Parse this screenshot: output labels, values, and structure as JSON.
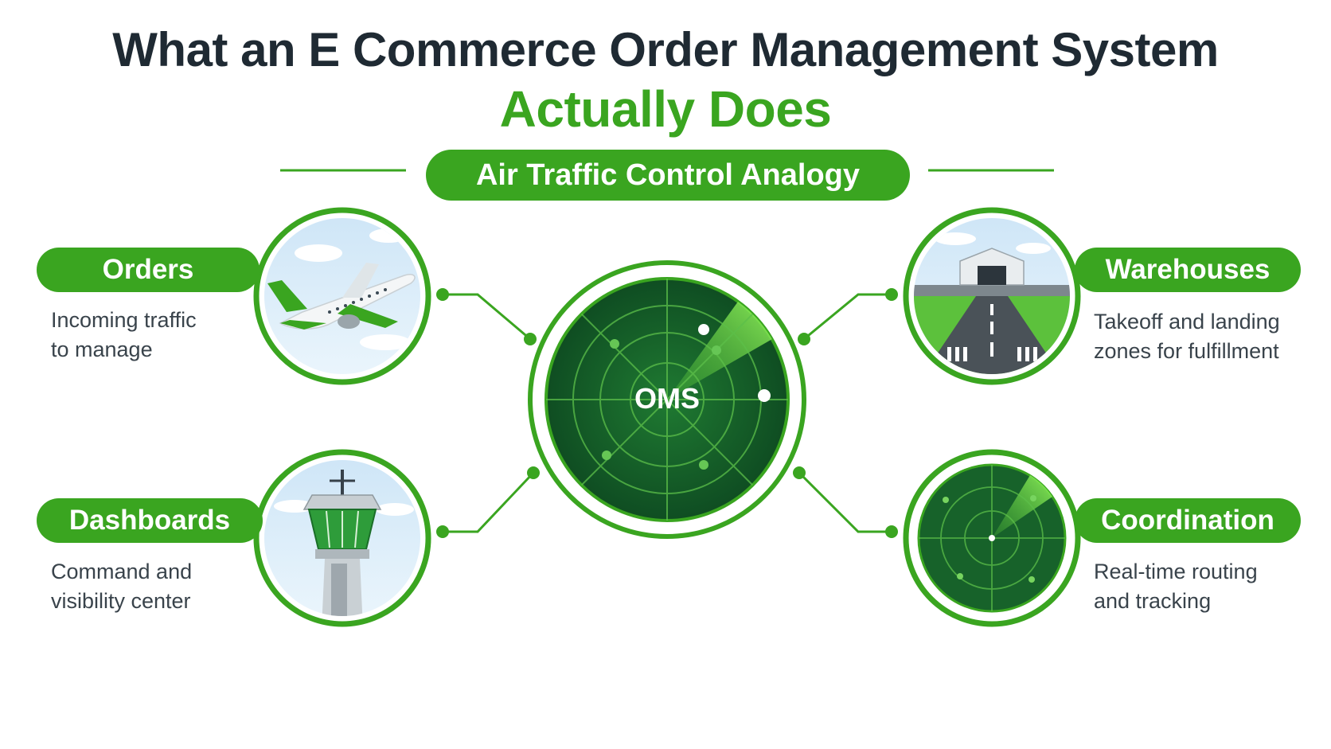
{
  "title_line1": "What an E Commerce Order Management System",
  "title_line2": "Actually Does",
  "subtitle": "Air Traffic Control Analogy",
  "center_label": "OMS",
  "nodes": [
    {
      "title": "Orders",
      "desc_line1": "Incoming traffic",
      "desc_line2": "to manage",
      "icon": "airplane-icon"
    },
    {
      "title": "Warehouses",
      "desc_line1": "Takeoff and landing",
      "desc_line2": "zones for fulfillment",
      "icon": "hangar-runway-icon"
    },
    {
      "title": "Dashboards",
      "desc_line1": "Command and",
      "desc_line2": "visibility center",
      "icon": "control-tower-icon"
    },
    {
      "title": "Coordination",
      "desc_line1": "Real-time routing",
      "desc_line2": "and tracking",
      "icon": "radar-icon"
    }
  ],
  "colors": {
    "accent": "#3aa520",
    "dark_green": "#17622a",
    "text_dark": "#1f2a33",
    "text_body": "#39434b"
  }
}
